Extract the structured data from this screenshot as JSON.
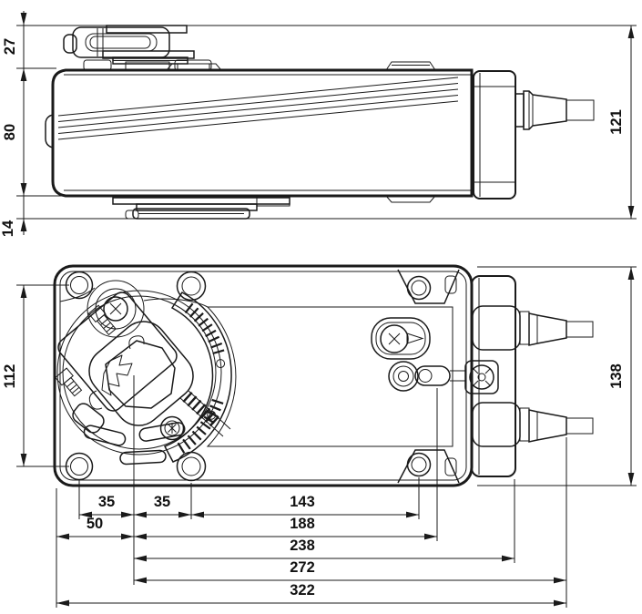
{
  "drawing": {
    "kind": "technical-dimension-drawing",
    "subject": "rotary actuator, two orthographic views with dimension lines",
    "line_color": "#1a1a1a",
    "text_color": "#111111",
    "dims": {
      "side_clamp_height": "27",
      "side_body_height": "80",
      "side_foot_height": "14",
      "side_total_height": "121",
      "plan_hole_pitch": "112",
      "plan_body_width": "138",
      "plan_hole_to_shaft": "35",
      "plan_shaft_to_hole": "35",
      "plan_hole_span": "143",
      "plan_edge_to_shaft": "50",
      "plan_shaft_to_slot": "188",
      "plan_shaft_to_housing_end": "238",
      "plan_shaft_to_cable_end": "272",
      "plan_total_length": "322"
    }
  }
}
